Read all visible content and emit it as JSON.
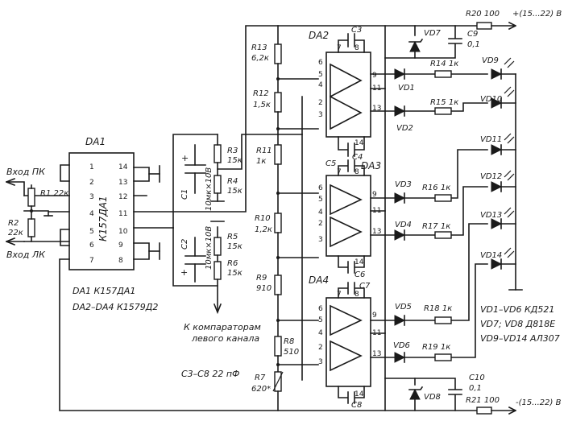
{
  "chips": {
    "da1": "DA1",
    "da1_type": "К157ДА1",
    "da2": "DA2",
    "da3": "DA3",
    "da4": "DA4"
  },
  "da1_pins": [
    "1",
    "2",
    "3",
    "4",
    "5",
    "6",
    "7",
    "14",
    "13",
    "12",
    "11",
    "10",
    "9",
    "8"
  ],
  "inputs": {
    "right": "Вход ПК",
    "left": "Вход ЛК"
  },
  "resistors": {
    "r1": "R1 22к",
    "r2": "R2",
    "r2_val": "22к",
    "r3": "R3",
    "r3_val": "15к",
    "r4": "R4",
    "r4_val": "15к",
    "r5": "R5",
    "r5_val": "15к",
    "r6": "R6",
    "r6_val": "15к",
    "r7": "R7",
    "r7_val": "620*",
    "r8": "R8",
    "r8_val": "510",
    "r9": "R9",
    "r9_val": "910",
    "r10": "R10",
    "r10_val": "1,2к",
    "r11": "R11",
    "r11_val": "1к",
    "r12": "R12",
    "r12_val": "1,5к",
    "r13": "R13",
    "r13_val": "6,2к",
    "r14": "R14 1к",
    "r15": "R15 1к",
    "r16": "R16 1к",
    "r17": "R17 1к",
    "r18": "R18 1к",
    "r19": "R19 1к",
    "r20": "R20 100",
    "r21": "R21 100"
  },
  "capacitors": {
    "c1": "C1",
    "c1_val": "10мк×10В",
    "c2": "C2",
    "c2_val": "10мк×10В",
    "c3": "C3",
    "c4": "C4",
    "c5": "C5",
    "c6": "C6",
    "c7": "C7",
    "c8": "C8",
    "c9": "C9",
    "c9_val": "0,1",
    "c10": "C10",
    "c10_val": "0,1"
  },
  "diodes": {
    "vd1": "VD1",
    "vd2": "VD2",
    "vd3": "VD3",
    "vd4": "VD4",
    "vd5": "VD5",
    "vd6": "VD6",
    "vd7": "VD7",
    "vd8": "VD8",
    "vd9": "VD9",
    "vd10": "VD10",
    "vd11": "VD11",
    "vd12": "VD12",
    "vd13": "VD13",
    "vd14": "VD14"
  },
  "power": {
    "pos": "+(15...22) В",
    "neg": "-(15...22) В"
  },
  "notes": {
    "comparators_line1": "К компараторам",
    "comparators_line2": "левого канала",
    "caps_note": "C3–C8  22 пФ",
    "da1_note": "DA1   К157ДА1",
    "da2_note": "DA2–DA4  К1579Д2",
    "vd16_note": "VD1–VD6   КД521",
    "vd78_note": "VD7; VD8   Д818Е",
    "vd914_note": "VD9–VD14  АЛ307"
  },
  "op_pins": {
    "da2": [
      "6",
      "5",
      "4",
      "2",
      "3",
      "8",
      "11",
      "9",
      "13",
      "7",
      "14"
    ],
    "da3": [
      "6",
      "5",
      "4",
      "2",
      "3",
      "8",
      "11",
      "9",
      "13",
      "7",
      "14"
    ],
    "da4": [
      "6",
      "5",
      "4",
      "2",
      "3",
      "8",
      "11",
      "9",
      "13",
      "7",
      "14"
    ]
  }
}
